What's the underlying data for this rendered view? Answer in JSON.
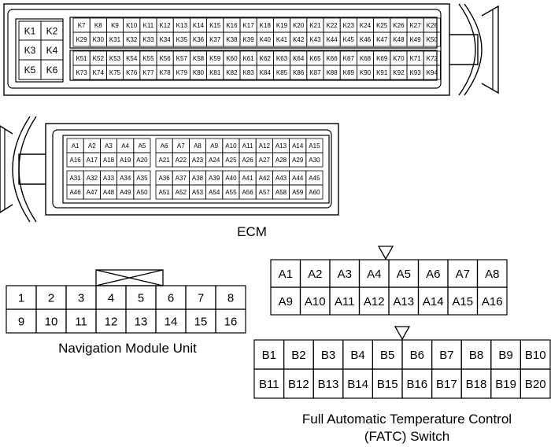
{
  "top_connector": {
    "left_block": [
      "K1",
      "K2",
      "K3",
      "K4",
      "K5",
      "K6"
    ],
    "right_block": {
      "row1": [
        "K7",
        "K8",
        "K9",
        "K10",
        "K11",
        "K12",
        "K13",
        "K14",
        "K15",
        "K16",
        "K17",
        "K18",
        "K19",
        "K20",
        "K21",
        "K22",
        "K23",
        "K24",
        "K25",
        "K26",
        "K27",
        "K28"
      ],
      "row2": [
        "K29",
        "K30",
        "K31",
        "K32",
        "K33",
        "K34",
        "K35",
        "K36",
        "K37",
        "K38",
        "K39",
        "K40",
        "K41",
        "K42",
        "K43",
        "K44",
        "K45",
        "K46",
        "K47",
        "K48",
        "K49",
        "K50"
      ],
      "row3": [
        "K51",
        "K52",
        "K53",
        "K54",
        "K55",
        "K56",
        "K57",
        "K58",
        "K59",
        "K60",
        "K61",
        "K62",
        "K63",
        "K64",
        "K65",
        "K66",
        "K67",
        "K68",
        "K69",
        "K70",
        "K71",
        "K72"
      ],
      "row4": [
        "K73",
        "K74",
        "K75",
        "K76",
        "K77",
        "K78",
        "K79",
        "K80",
        "K81",
        "K82",
        "K83",
        "K84",
        "K85",
        "K86",
        "K87",
        "K88",
        "K89",
        "K90",
        "K91",
        "K92",
        "K93",
        "K94"
      ]
    }
  },
  "ecm_connector": {
    "left_block": {
      "row1": [
        "A1",
        "A2",
        "A3",
        "A4",
        "A5"
      ],
      "row2": [
        "A16",
        "A17",
        "A18",
        "A19",
        "A20"
      ],
      "row3": [
        "A31",
        "A32",
        "A33",
        "A34",
        "A35"
      ],
      "row4": [
        "A46",
        "A47",
        "A48",
        "A49",
        "A50"
      ]
    },
    "right_block": {
      "row1": [
        "A6",
        "A7",
        "A8",
        "A9",
        "A10",
        "A11",
        "A12",
        "A13",
        "A14",
        "A15"
      ],
      "row2": [
        "A21",
        "A22",
        "A23",
        "A24",
        "A25",
        "A26",
        "A27",
        "A28",
        "A29",
        "A30"
      ],
      "row3": [
        "A36",
        "A37",
        "A38",
        "A39",
        "A40",
        "A41",
        "A42",
        "A43",
        "A44",
        "A45"
      ],
      "row4": [
        "A51",
        "A52",
        "A53",
        "A54",
        "A55",
        "A56",
        "A57",
        "A58",
        "A59",
        "A60"
      ]
    }
  },
  "ecm_label": "ECM",
  "nav_connector": {
    "row1": [
      "1",
      "2",
      "3",
      "4",
      "5",
      "6",
      "7",
      "8"
    ],
    "row2": [
      "9",
      "10",
      "11",
      "12",
      "13",
      "14",
      "15",
      "16"
    ]
  },
  "nav_label": "Navigation Module Unit",
  "fatc_a_connector": {
    "row1": [
      "A1",
      "A2",
      "A3",
      "A4",
      "A5",
      "A6",
      "A7",
      "A8"
    ],
    "row2": [
      "A9",
      "A10",
      "A11",
      "A12",
      "A13",
      "A14",
      "A15",
      "A16"
    ]
  },
  "fatc_b_connector": {
    "row1": [
      "B1",
      "B2",
      "B3",
      "B4",
      "B5",
      "B6",
      "B7",
      "B8",
      "B9",
      "B10"
    ],
    "row2": [
      "B11",
      "B12",
      "B13",
      "B14",
      "B15",
      "B16",
      "B17",
      "B18",
      "B19",
      "B20"
    ]
  },
  "fatc_label_line1": "Full Automatic Temperature Control",
  "fatc_label_line2": "(FATC) Switch"
}
